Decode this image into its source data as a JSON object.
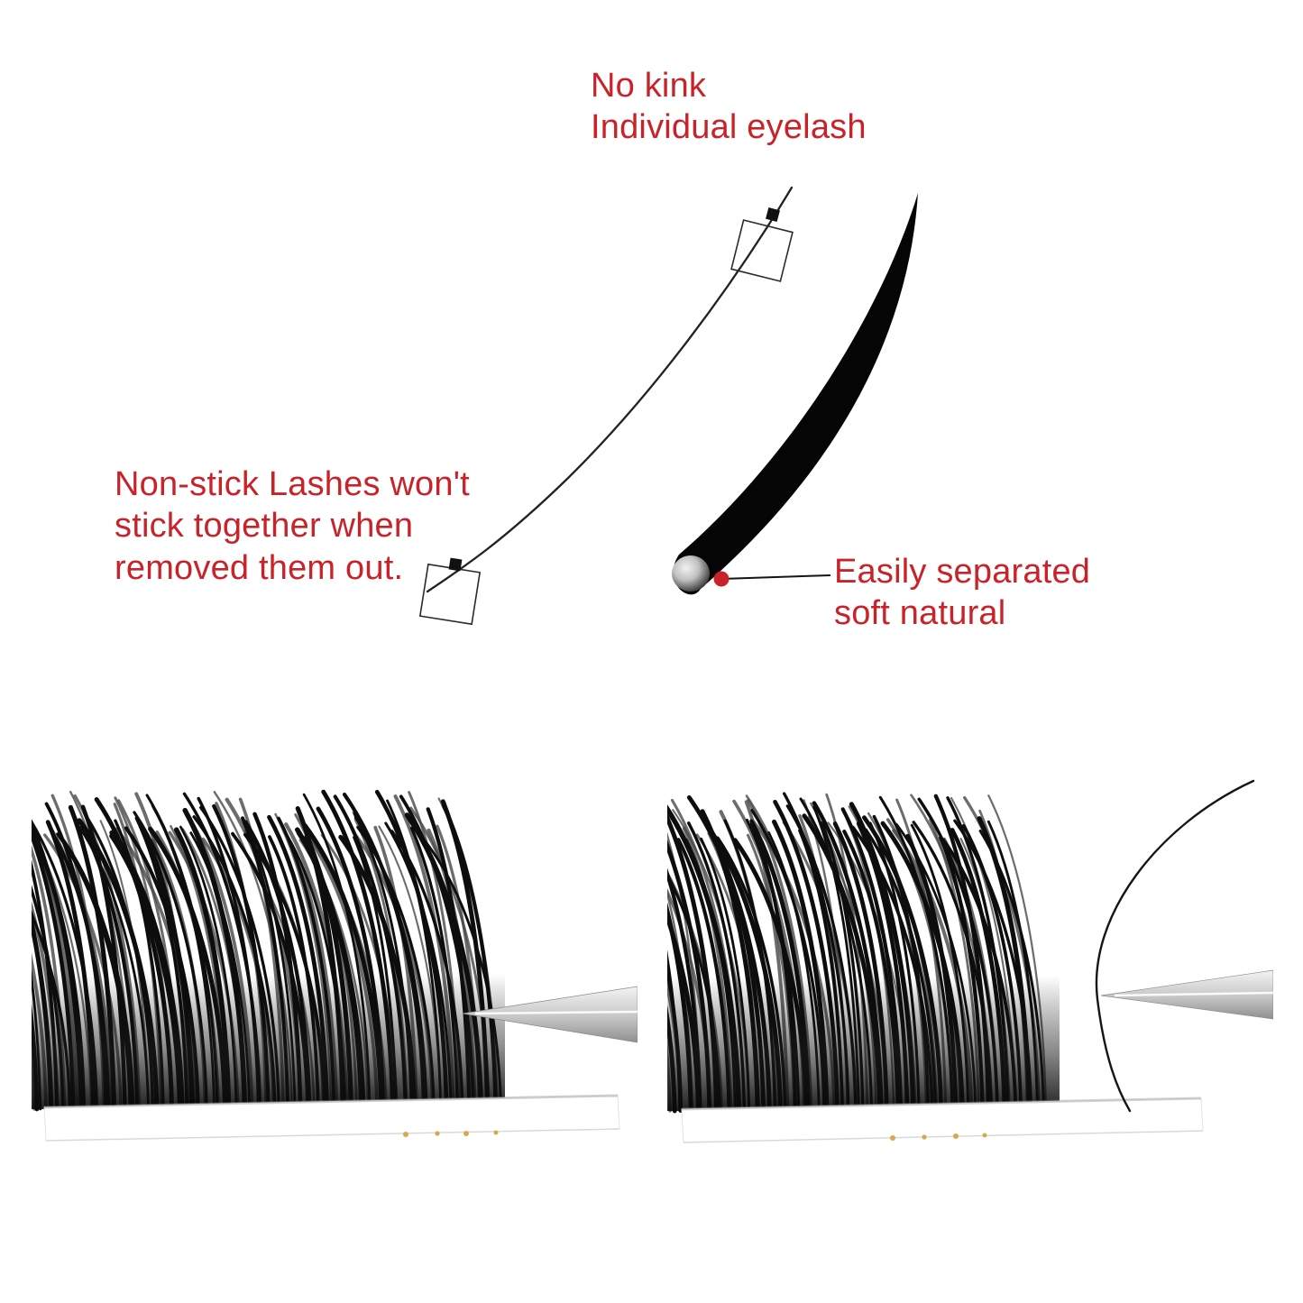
{
  "colors": {
    "accent_red": "#c9232a",
    "ink_black": "#141414",
    "tweezer_light": "#f4f4f4",
    "tweezer_dark": "#8f8f8f",
    "strip_dot_gold": "#d8a84f"
  },
  "annotations": {
    "no_kink": {
      "line1": "No kink",
      "line2": "Individual eyelash"
    },
    "non_stick": {
      "line1": "Non-stick Lashes won't",
      "line2": "stick together when",
      "line3": "removed them out."
    },
    "easily_separated": {
      "line1": "Easily separated",
      "line2": "soft natural"
    }
  }
}
